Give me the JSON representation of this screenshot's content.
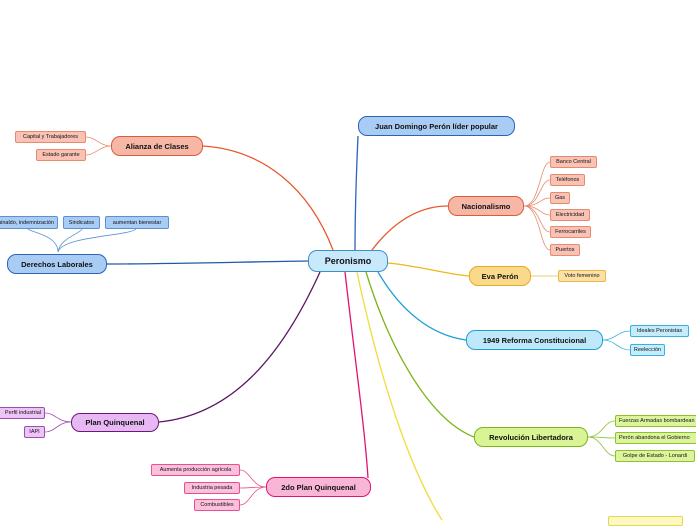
{
  "central": "Peronismo",
  "branches": {
    "juan_domingo": {
      "label": "Juan Domingo Perón líder popular"
    },
    "alianza": {
      "label": "Alianza de Clases",
      "items": [
        "Capital y Trabajadores",
        "Estado garante"
      ]
    },
    "derechos": {
      "label": "Derechos Laborales",
      "items": [
        "aguinaldo, indemnización",
        "Sindicatos",
        "aumentan bienestar"
      ]
    },
    "nacionalismo": {
      "label": "Nacionalismo",
      "items": [
        "Banco Central",
        "Teléfonos",
        "Gas",
        "Electricidad",
        "Ferrocarriles",
        "Puertos"
      ]
    },
    "eva": {
      "label": "Eva Perón",
      "items": [
        "Voto femenino"
      ]
    },
    "reforma": {
      "label": "1949 Reforma Constitucional",
      "items": [
        "Ideales Peronistas",
        "Reelección"
      ]
    },
    "revolucion": {
      "label": "Revolución Libertadora",
      "items": [
        "Fuerzas Armadas bombardean",
        "Perón abandona el Gobierno",
        "Golpe de Estado - Lonardi"
      ]
    },
    "plan1": {
      "label": "Plan Quinquenal",
      "items": [
        "Perfil industrial",
        "IAPI"
      ]
    },
    "plan2": {
      "label": "2do Plan Quinquenal",
      "items": [
        "Aumenta producción agrícola",
        "Industria pesada",
        "Combustibles"
      ]
    }
  },
  "colors": {
    "blue": "#2a64b5",
    "salmon": "#e8582f",
    "yellow": "#f2b61c",
    "cyan": "#1ea0d6",
    "green": "#7db41a",
    "purple": "#5a1463",
    "pink": "#e0156e",
    "yellow_light": "#f0dc3a"
  }
}
